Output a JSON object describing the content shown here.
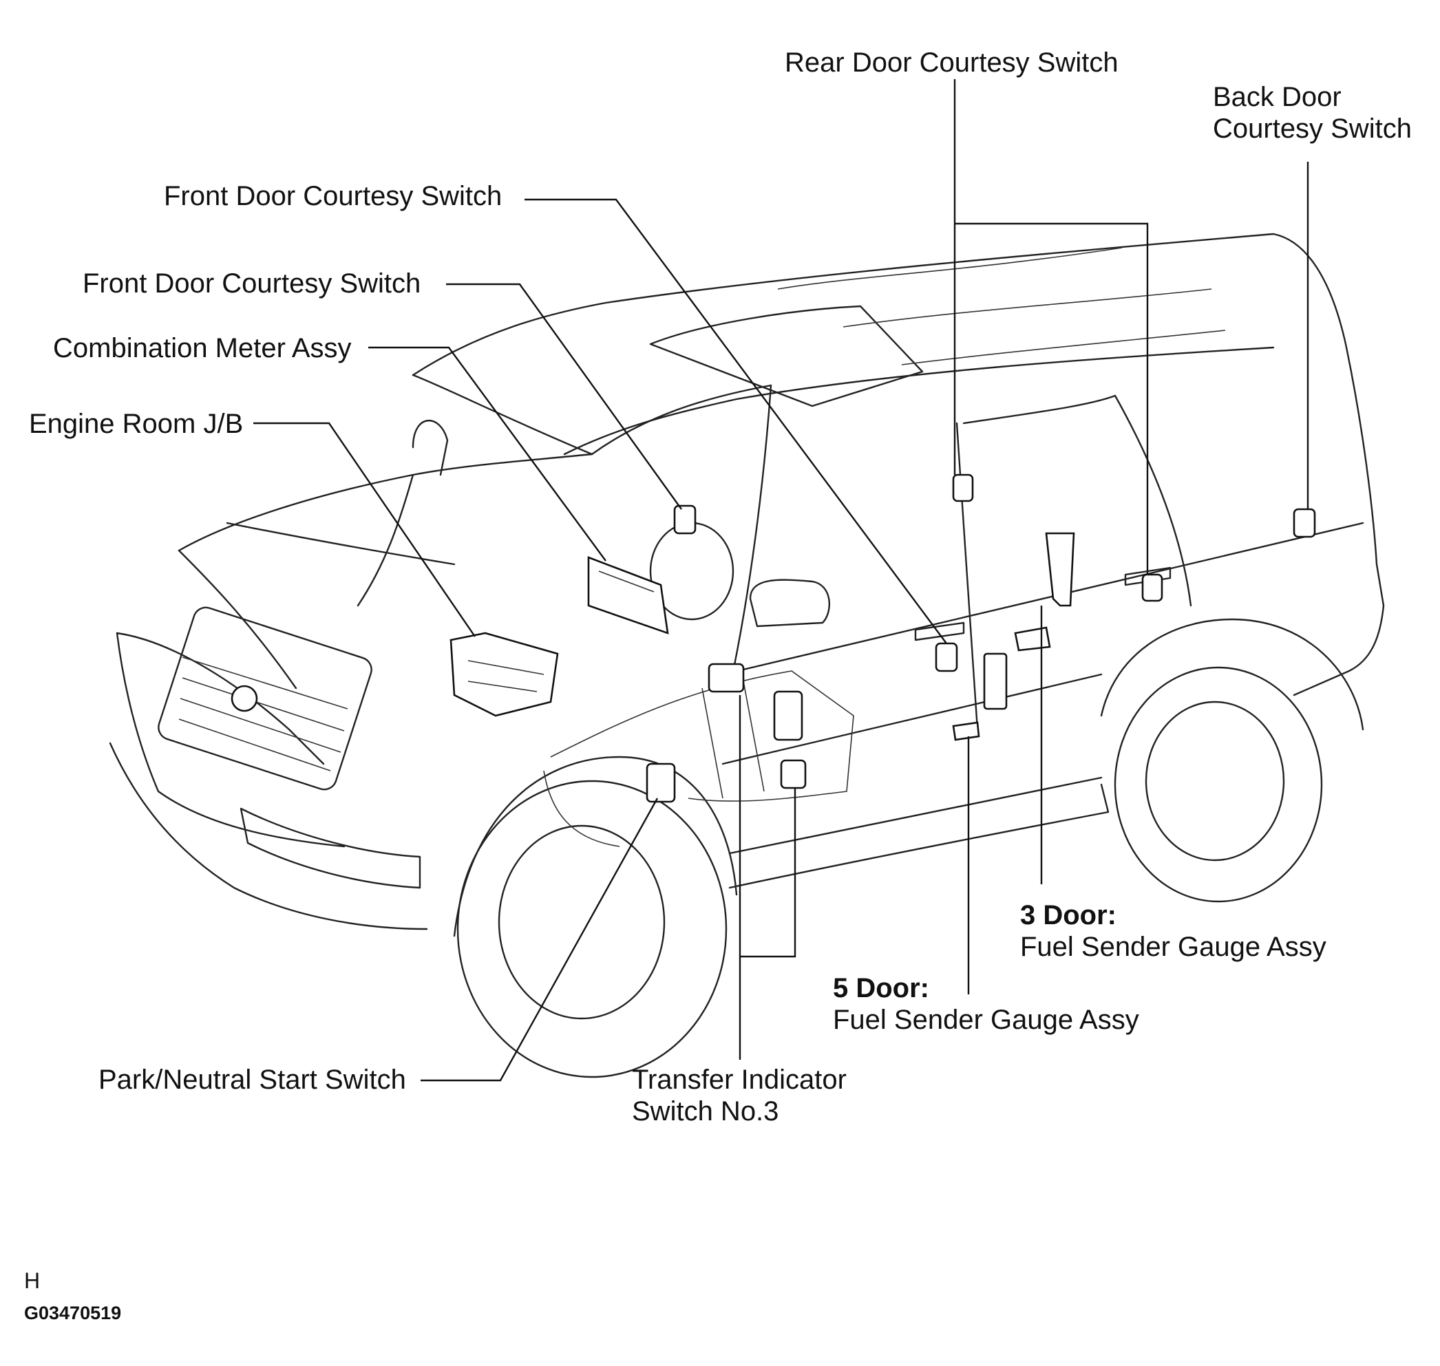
{
  "labels": {
    "rear_door_courtesy_switch": "Rear Door Courtesy Switch",
    "back_door_courtesy_switch": {
      "line1": "Back Door",
      "line2": "Courtesy Switch"
    },
    "front_door_courtesy_switch_1": "Front Door Courtesy Switch",
    "front_door_courtesy_switch_2": "Front Door Courtesy Switch",
    "combination_meter_assy": "Combination Meter Assy",
    "engine_room_jb": "Engine Room J/B",
    "park_neutral_start_switch": "Park/Neutral Start Switch",
    "transfer_indicator_switch": {
      "line1": "Transfer Indicator",
      "line2": "Switch No.3"
    },
    "fuel_sender_3door": {
      "variant": "3 Door:",
      "name": "Fuel Sender Gauge Assy"
    },
    "fuel_sender_5door": {
      "variant": "5 Door:",
      "name": "Fuel Sender Gauge Assy"
    }
  },
  "footer": {
    "mark": "H",
    "figure_code": "G03470519"
  }
}
